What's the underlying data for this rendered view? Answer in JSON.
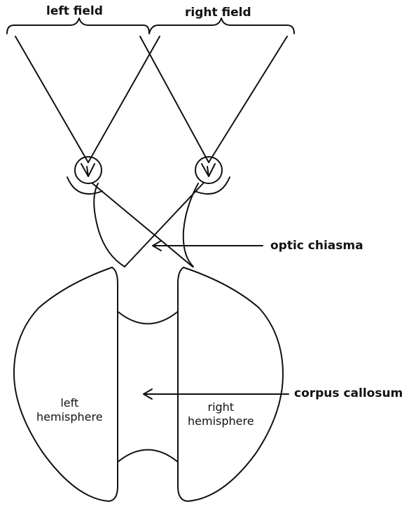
{
  "labels": {
    "left_field": "left field",
    "right_field": "right field",
    "optic_chiasma": "optic chiasma",
    "corpus_callosum": "corpus callosum",
    "left_hemisphere": "left\nhemisphere",
    "right_hemisphere": "right\nhemisphere"
  },
  "colors": {
    "ink": "#111111",
    "background": "#ffffff"
  }
}
